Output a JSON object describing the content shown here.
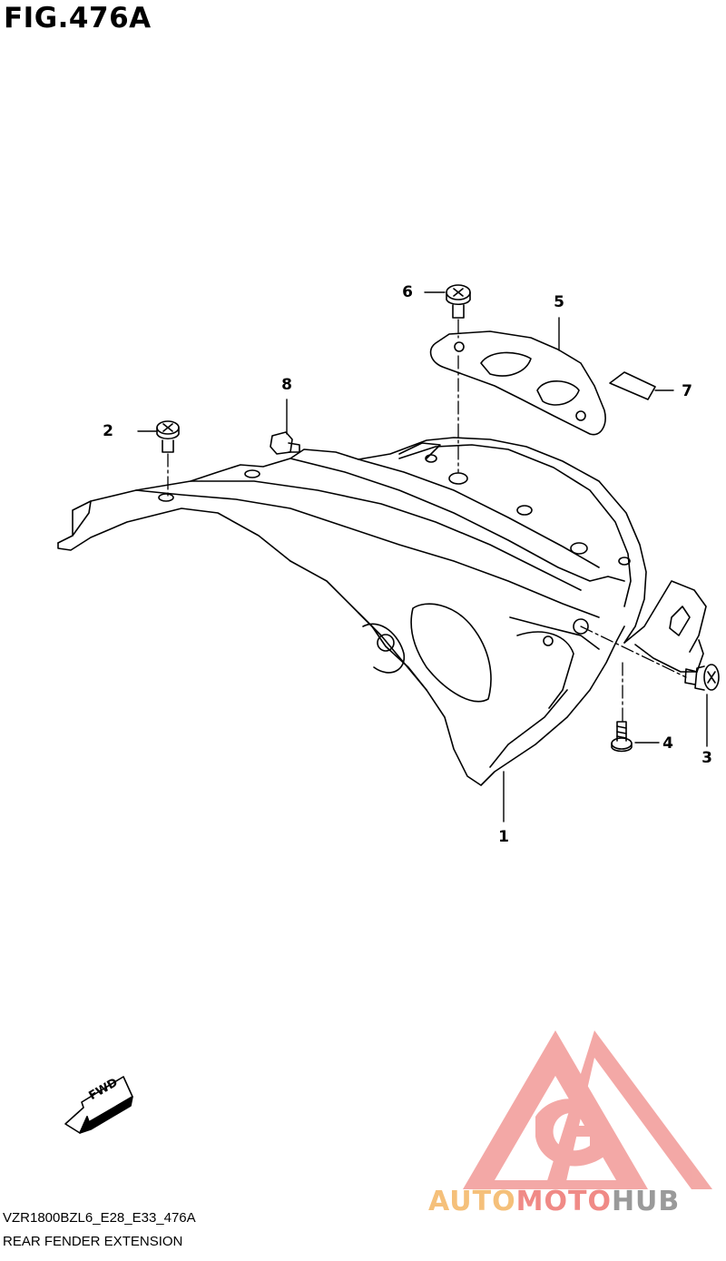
{
  "figure": {
    "title": "FIG.476A",
    "model_code": "VZR1800BZL6_E28_E33_476A",
    "caption": "REAR FENDER EXTENSION"
  },
  "callouts": [
    {
      "id": "1",
      "label": "1"
    },
    {
      "id": "2",
      "label": "2"
    },
    {
      "id": "3",
      "label": "3"
    },
    {
      "id": "4",
      "label": "4"
    },
    {
      "id": "5",
      "label": "5"
    },
    {
      "id": "6",
      "label": "6"
    },
    {
      "id": "7",
      "label": "7"
    },
    {
      "id": "8",
      "label": "8"
    }
  ],
  "direction_badge": {
    "label": "FWD"
  },
  "watermark": {
    "part1": "AUTO",
    "part2": "MOTO",
    "part3": "HUB",
    "colors": {
      "auto": "#f5c07a",
      "moto": "#f08a86",
      "hub": "#9a9a9a",
      "logo": "#f19a97"
    }
  }
}
